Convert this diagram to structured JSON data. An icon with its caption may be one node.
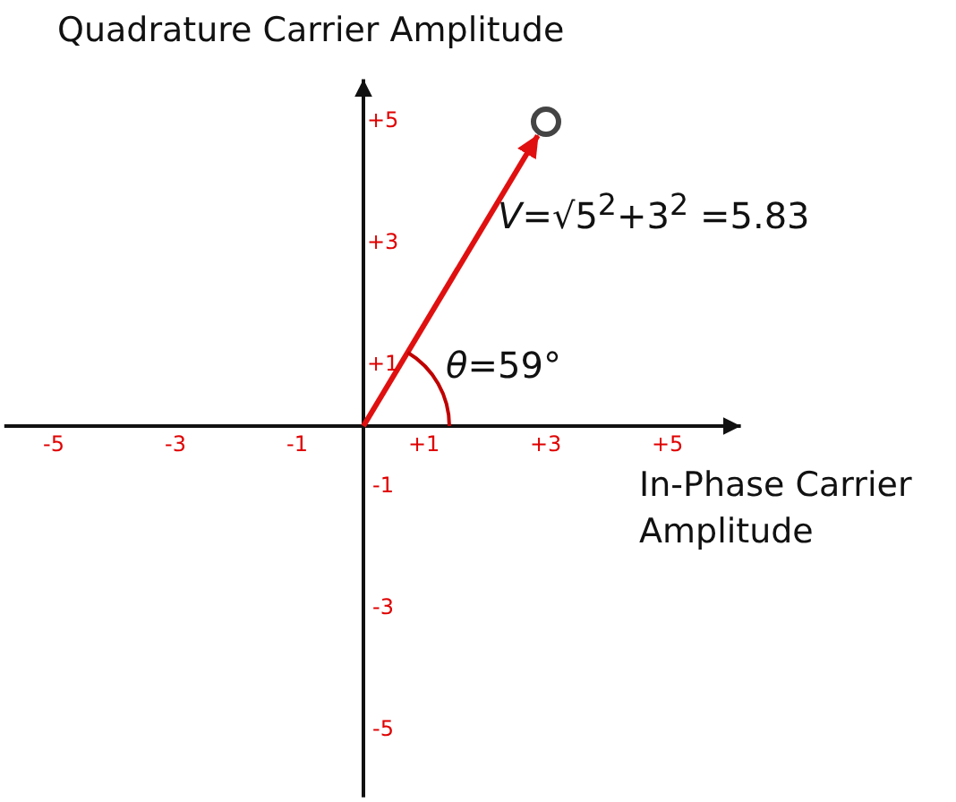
{
  "diagram": {
    "chart_data": {
      "type": "scatter",
      "xlabel": "In-Phase Carrier Amplitude",
      "ylabel": "Quadrature Carrier Amplitude",
      "x": [
        3
      ],
      "series": [
        {
          "values": [
            5
          ]
        }
      ],
      "xlim": [
        -5.9,
        6.2
      ],
      "ylim": [
        -6.1,
        5.7
      ],
      "xticks": [
        {
          "value": -5,
          "label": "-5"
        },
        {
          "value": -3,
          "label": "-3"
        },
        {
          "value": -1,
          "label": "-1"
        },
        {
          "value": 1,
          "label": "+1"
        },
        {
          "value": 3,
          "label": "+3"
        },
        {
          "value": 5,
          "label": "+5"
        }
      ],
      "yticks": [
        {
          "value": 5,
          "label": "+5"
        },
        {
          "value": 3,
          "label": "+3"
        },
        {
          "value": 1,
          "label": "+1"
        },
        {
          "value": -1,
          "label": "-1"
        },
        {
          "value": -3,
          "label": "-3"
        },
        {
          "value": -5,
          "label": "-5"
        }
      ],
      "annotations": [
        "*V*=√5$^{2}$+3$^{2}$ =5.83",
        "*θ*=59°"
      ]
    }
  }
}
